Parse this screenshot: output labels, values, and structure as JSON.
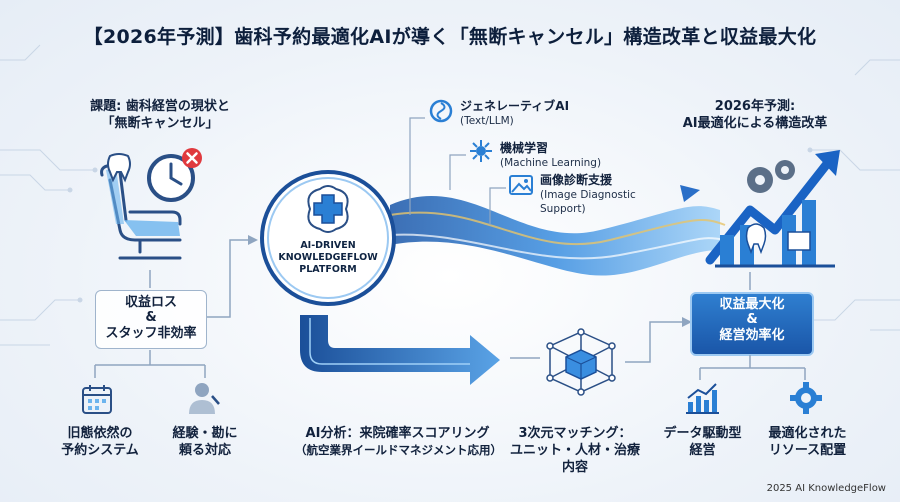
{
  "title": "【2026年予測】歯科予約最適化AIが導く「無断キャンセル」構造改革と収益最大化",
  "left": {
    "heading_line1": "課題: 歯科経営の現状と",
    "heading_line2": "「無断キャンセル」",
    "loss_line1": "収益ロス",
    "loss_line2": "&",
    "loss_line3": "スタッフ非効率",
    "item1_line1": "旧態依然の",
    "item1_line2": "予約システム",
    "item2_line1": "経験・勘に",
    "item2_line2": "頼る対応"
  },
  "center": {
    "platform_line1": "AI-DRIVEN",
    "platform_line2": "KNOWLEDGEFLOW",
    "platform_line3": "PLATFORM",
    "tech1_ja": "ジェネレーティブAI",
    "tech1_en": "(Text/LLM)",
    "tech2_ja": "機械学習",
    "tech2_en": "(Machine Learning)",
    "tech3_ja": "画像診断支援",
    "tech3_en_line1": "(Image Diagnostic",
    "tech3_en_line2": "Support)",
    "analysis_line1": "AI分析：来院確率スコアリング",
    "analysis_line2": "（航空業界イールドマネジメント応用）",
    "matching_line1": "3次元マッチング：",
    "matching_line2": "ユニット・人材・治療内容"
  },
  "right": {
    "heading_line1": "2026年予測:",
    "heading_line2": "AI最適化による構造改革",
    "result_line1": "収益最大化",
    "result_line2": "&",
    "result_line3": "経営効率化",
    "item1_line1": "データ駆動型",
    "item1_line2": "経営",
    "item2_line1": "最適化された",
    "item2_line2": "リソース配置"
  },
  "footer": "2025 AI KnowledgeFlow",
  "colors": {
    "accent": "#1a63c4",
    "light_accent": "#5fb0ee",
    "alert": "#e0393e",
    "outline": "#2a4f86"
  }
}
